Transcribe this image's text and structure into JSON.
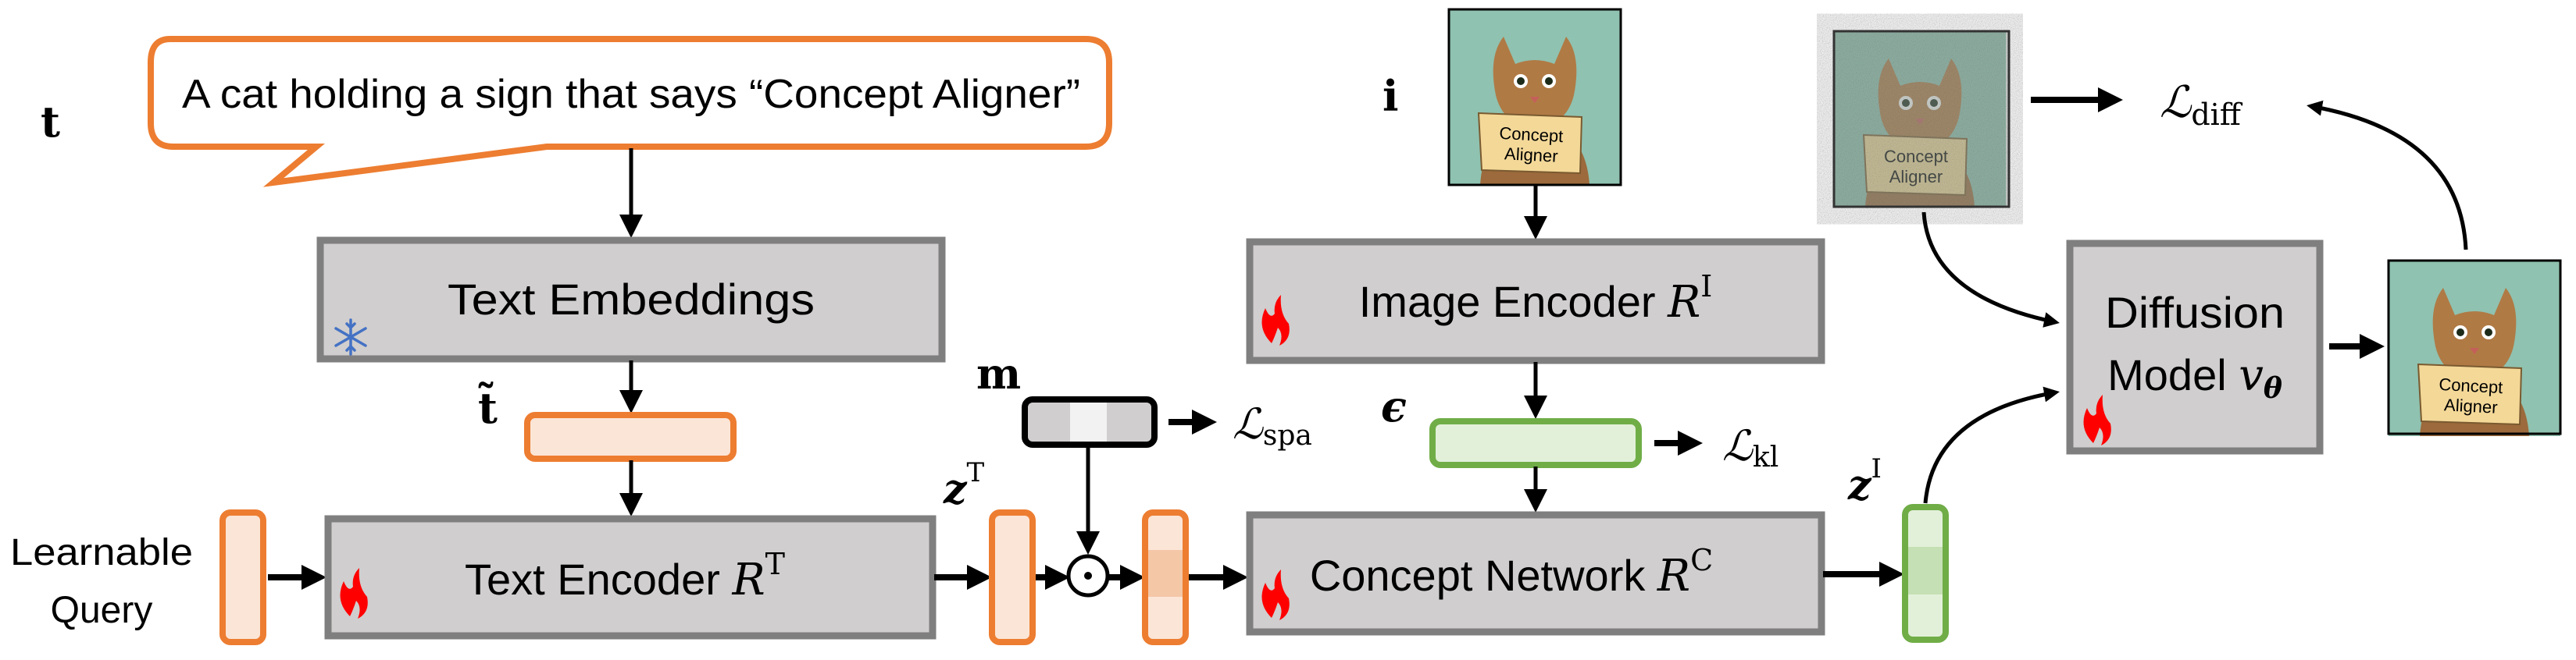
{
  "colors": {
    "orange": "#ED7D31",
    "orange_fill": "#FBE5D6",
    "orange_mid": "#F4C7A6",
    "green": "#70AD47",
    "green_fill": "#E2F0D9",
    "green_mid": "#C5E0B4",
    "box_fill": "#D0CECE",
    "box_border": "#7F7F7F",
    "snowflake": "#4472C4",
    "flame": "#FF0000"
  },
  "prompt": {
    "symbol": "t",
    "text": "A cat holding a sign that says “Concept Aligner”"
  },
  "text_embeddings": {
    "label": "Text Embeddings",
    "icon": "snowflake-icon"
  },
  "t_tilde": {
    "symbol": "t̃"
  },
  "learnable_query": {
    "line1": "Learnable",
    "line2": "Query"
  },
  "text_encoder": {
    "label": "Text Encoder ",
    "var": "R",
    "sup": "T",
    "icon": "flame-icon"
  },
  "z_text": {
    "var": "z",
    "sup": "T"
  },
  "mask": {
    "symbol": "m",
    "loss": "ℒ",
    "loss_sub": "spa"
  },
  "hadamard": {
    "symbol": "⊙"
  },
  "image_input": {
    "symbol": "i",
    "sign_line1": "Concept",
    "sign_line2": "Aligner"
  },
  "image_encoder": {
    "label": "Image Encoder ",
    "var": "R",
    "sup": "I",
    "icon": "flame-icon"
  },
  "epsilon": {
    "symbol": "ϵ",
    "loss": "ℒ",
    "loss_sub": "kl"
  },
  "concept_network": {
    "label": "Concept Network ",
    "var": "R",
    "sup": "C",
    "icon": "flame-icon"
  },
  "z_image": {
    "var": "z",
    "sup": "I"
  },
  "diffusion_model": {
    "line1": "Diffusion",
    "line2": "Model ",
    "var": "v",
    "sub": "θ",
    "icon": "flame-icon"
  },
  "diff_loss": {
    "loss": "ℒ",
    "loss_sub": "diff"
  }
}
